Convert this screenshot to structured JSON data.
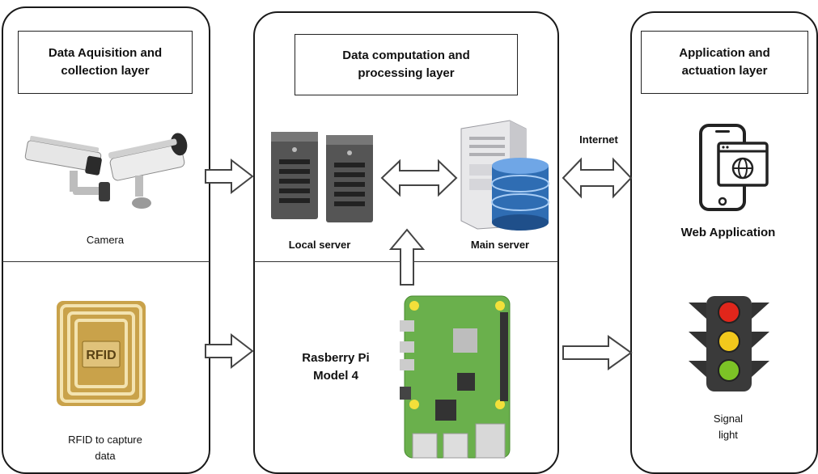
{
  "layers": {
    "acquisition": {
      "title": "Data Aquisition and\ncollection layer",
      "camera_label": "Camera",
      "rfid_label": "RFID to capture\ndata",
      "rfid_chip_text": "RFID"
    },
    "computation": {
      "title": "Data computation and\nprocessing layer",
      "local_server_label": "Local server",
      "main_server_label": "Main server",
      "rpi_label": "Rasberry Pi\nModel 4"
    },
    "application": {
      "title": "Application and\nactuation layer",
      "web_app_label": "Web Application",
      "signal_label": "Signal\nlight"
    }
  },
  "connections": {
    "internet_label": "Internet"
  },
  "colors": {
    "panel_border": "#1a1a1a",
    "arrow_stroke": "#444444",
    "pcb_green": "#6ab04c",
    "db_blue": "#2f6db3",
    "rfid_gold": "#c9a24a",
    "light_red": "#e0261b",
    "light_yellow": "#f2c81c",
    "light_green": "#7cc326"
  },
  "icons": [
    "cctv-camera-icon",
    "rfid-tag-icon",
    "server-tower-icon",
    "database-server-icon",
    "raspberry-pi-board-icon",
    "smartphone-web-icon",
    "traffic-light-icon"
  ]
}
